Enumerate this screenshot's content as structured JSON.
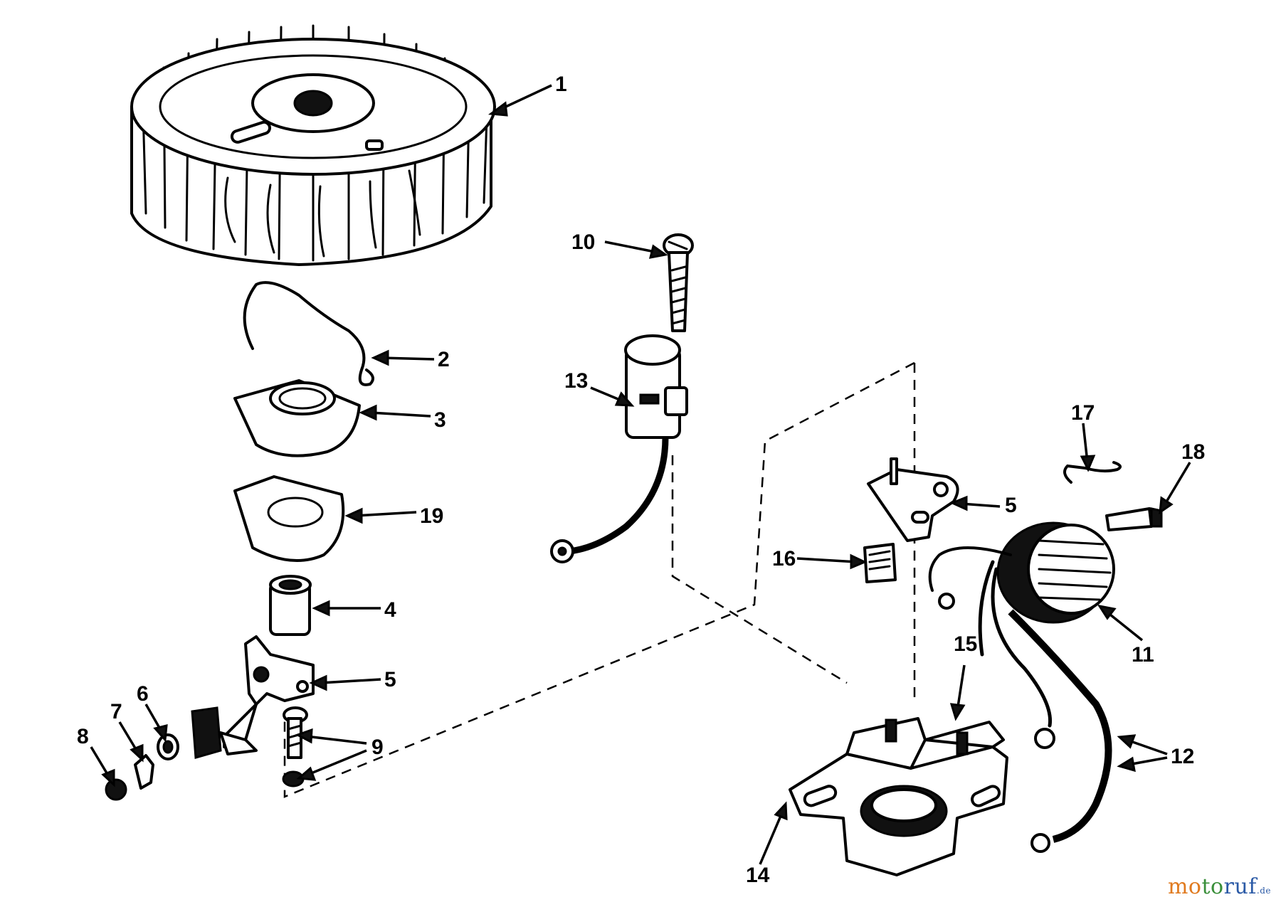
{
  "diagram": {
    "callouts": {
      "c1": "1",
      "c2": "2",
      "c3": "3",
      "c19": "19",
      "c4": "4",
      "c5a": "5",
      "c6": "6",
      "c7": "7",
      "c8": "8",
      "c9": "9",
      "c10": "10",
      "c13": "13",
      "c5b": "5",
      "c16": "16",
      "c17": "17",
      "c18": "18",
      "c11": "11",
      "c15": "15",
      "c12": "12",
      "c14": "14"
    }
  },
  "watermark": {
    "mo": "mo",
    "to": "to",
    "ruf": "ruf",
    "tld": ".de",
    "colors": {
      "mo": "#e07a1f",
      "to": "#3a8f3a",
      "ruf": "#2b5aa6"
    }
  }
}
